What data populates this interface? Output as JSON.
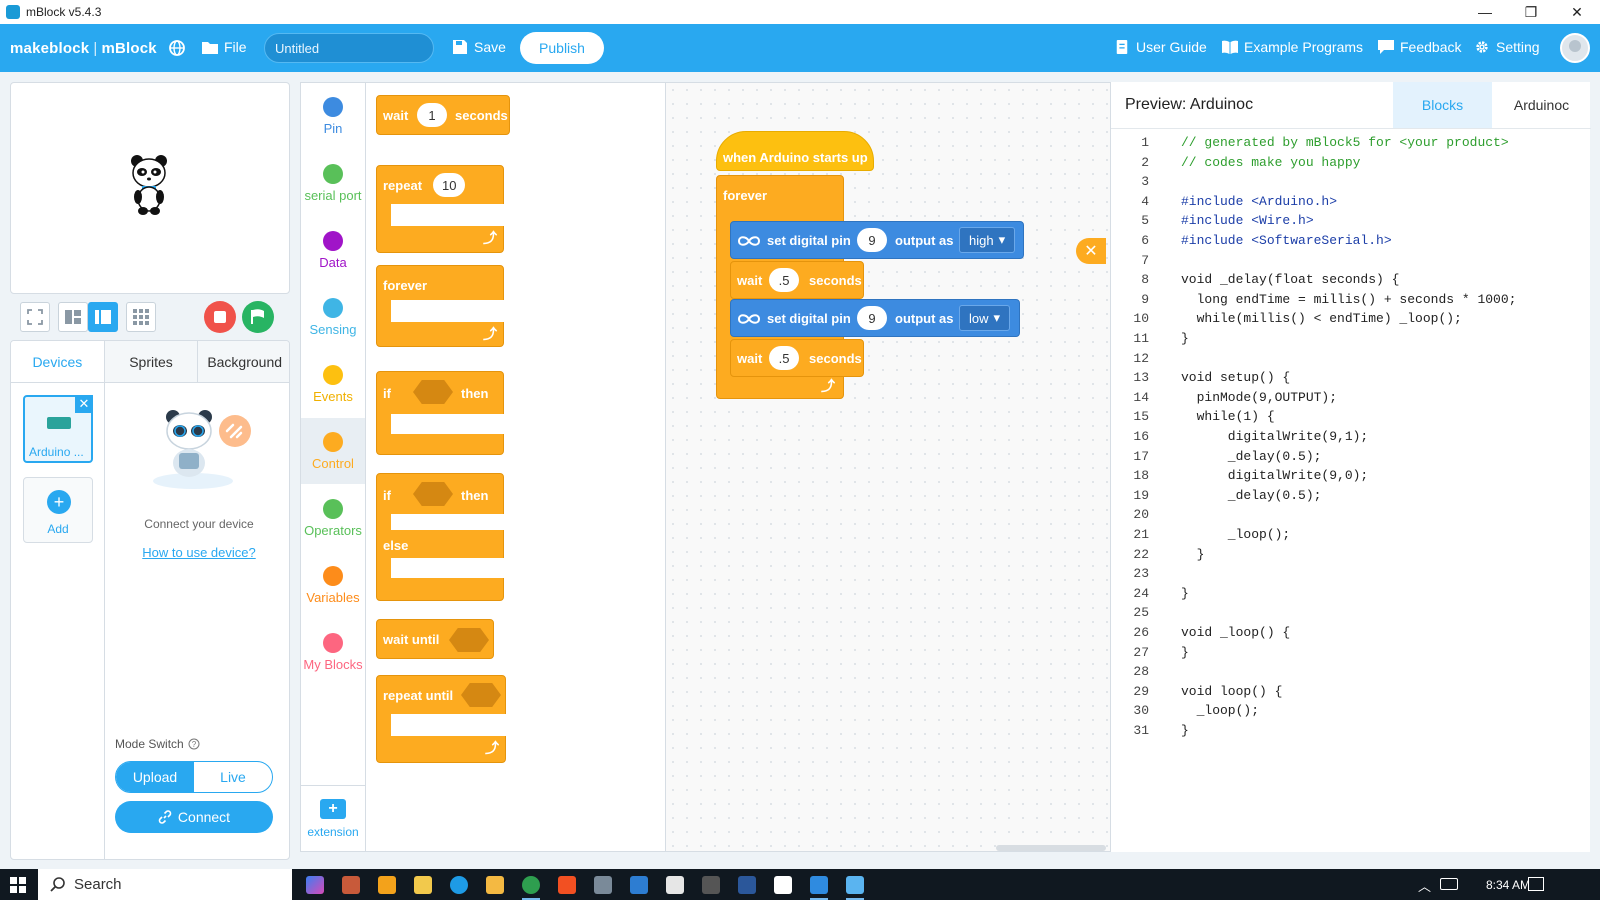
{
  "window": {
    "title": "mBlock v5.4.3",
    "controls": [
      "—",
      "❐",
      "✕"
    ]
  },
  "appbar": {
    "brand": "makeblock",
    "brand_sep": "|",
    "brand_product": "mBlock",
    "file_label": "File",
    "project_title": "Untitled",
    "save_label": "Save",
    "publish_label": "Publish",
    "user_guide": "User Guide",
    "example_programs": "Example Programs",
    "feedback": "Feedback",
    "setting": "Setting"
  },
  "devices_panel": {
    "tabs": [
      "Devices",
      "Sprites",
      "Background"
    ],
    "device_label": "Arduino ...",
    "add_label": "Add",
    "connect_hint": "Connect your device",
    "howto_link": "How to use device?",
    "mode_switch_label": "Mode Switch",
    "mode_options": [
      "Upload",
      "Live"
    ],
    "connect_label": "Connect"
  },
  "categories": [
    {
      "label": "Pin",
      "color": "#3d8be0"
    },
    {
      "label": "serial port",
      "color": "#59c059"
    },
    {
      "label": "Data",
      "color": "#a014c8"
    },
    {
      "label": "Sensing",
      "color": "#3fb5e5"
    },
    {
      "label": "Events",
      "color": "#fdc010"
    },
    {
      "label": "Control",
      "color": "#fdab20"
    },
    {
      "label": "Operators",
      "color": "#59c059"
    },
    {
      "label": "Variables",
      "color": "#fd8c1a"
    },
    {
      "label": "My Blocks",
      "color": "#fd6680"
    }
  ],
  "extension_label": "extension",
  "palette": {
    "wait_label": "wait",
    "wait_value": "1",
    "seconds_label": "seconds",
    "repeat_label": "repeat",
    "repeat_value": "10",
    "forever_label": "forever",
    "if_label": "if",
    "then_label": "then",
    "else_label": "else",
    "wait_until_label": "wait until",
    "repeat_until_label": "repeat until"
  },
  "script": {
    "hat": "when Arduino starts up",
    "forever": "forever",
    "set_pin_label": "set digital pin",
    "pin_1": "9",
    "output_as": "output as",
    "level_1": "high",
    "wait_label": "wait",
    "wait_1": ".5",
    "seconds_label": "seconds",
    "pin_2": "9",
    "level_2": "low",
    "wait_2": ".5"
  },
  "preview": {
    "title_prefix": "Preview:",
    "title_device": "Arduinoc",
    "tabs": [
      "Blocks",
      "Arduinoc"
    ],
    "lines": [
      "// generated by mBlock5 for <your product>",
      "// codes make you happy",
      "",
      "#include <Arduino.h>",
      "#include <Wire.h>",
      "#include <SoftwareSerial.h>",
      "",
      "void _delay(float seconds) {",
      "  long endTime = millis() + seconds * 1000;",
      "  while(millis() < endTime) _loop();",
      "}",
      "",
      "void setup() {",
      "  pinMode(9,OUTPUT);",
      "  while(1) {",
      "      digitalWrite(9,1);",
      "      _delay(0.5);",
      "      digitalWrite(9,0);",
      "      _delay(0.5);",
      "",
      "      _loop();",
      "  }",
      "",
      "}",
      "",
      "void _loop() {",
      "}",
      "",
      "void loop() {",
      "  _loop();",
      "}"
    ]
  },
  "taskbar": {
    "search_placeholder": "Search",
    "time": "8:34 AM"
  }
}
